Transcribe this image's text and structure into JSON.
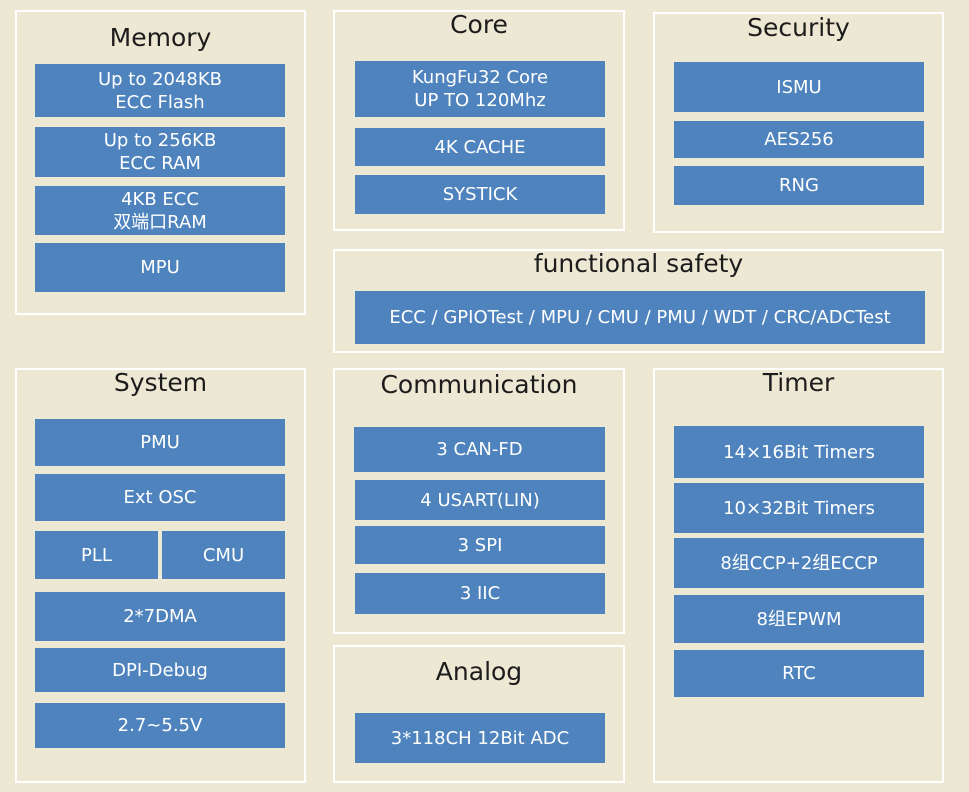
{
  "memory": {
    "title": "Memory",
    "blocks": [
      "Up to 2048KB\nECC Flash",
      "Up to 256KB\nECC RAM",
      "4KB ECC\n双端口RAM",
      "MPU"
    ]
  },
  "core": {
    "title": "Core",
    "blocks": [
      "KungFu32 Core\nUP TO 120Mhz",
      "4K CACHE",
      "SYSTICK"
    ]
  },
  "security": {
    "title": "Security",
    "blocks": [
      "ISMU",
      "AES256",
      "RNG"
    ]
  },
  "functional_safety": {
    "title": "functional safety",
    "blocks": [
      "ECC / GPIOTest / MPU / CMU / PMU / WDT / CRC/ADCTest"
    ]
  },
  "system": {
    "title": "System",
    "blocks": [
      "PMU",
      "Ext OSC",
      "PLL",
      "CMU",
      "2*7DMA",
      "DPI-Debug",
      "2.7~5.5V"
    ]
  },
  "communication": {
    "title": "Communication",
    "blocks": [
      "3 CAN-FD",
      "4 USART(LIN)",
      "3 SPI",
      "3 IIC"
    ]
  },
  "analog": {
    "title": "Analog",
    "blocks": [
      "3*118CH 12Bit ADC"
    ]
  },
  "timer": {
    "title": "Timer",
    "blocks": [
      "14×16Bit Timers",
      "10×32Bit Timers",
      "8组CCP+2组ECCP",
      "8组EPWM",
      "RTC"
    ]
  },
  "colors": {
    "background": "#ede8d3",
    "block": "#4e83bd",
    "border": "#ffffff"
  }
}
